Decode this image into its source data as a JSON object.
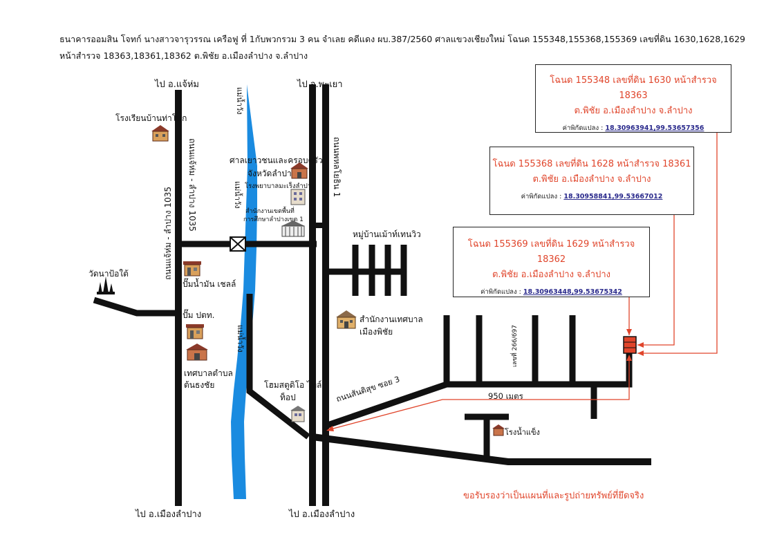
{
  "header": {
    "text": "ธนาคารออมสิน โจทก์ นางสาวจารุวรรณ เครือฟู ที่ 1กับพวกรวม 3 คน จำเลย คดีแดง ผบ.387/2560 ศาลแขวงเชียงใหม่ โฉนด 155348,155368,155369 เลขที่ดิน 1630,1628,1629 หน้าสำรวจ 18363,18361,18362 ต.พิชัย อ.เมืองลำปาง จ.ลำปาง"
  },
  "directions": {
    "to_chae_hom": "ไป อ.แจ้ห่ม",
    "to_phayao": "ไป จ.พะเยา",
    "to_mueang_lampang_left": "ไป อ.เมืองลำปาง",
    "to_mueang_lampang_right": "ไป อ.เมืองลำปาง"
  },
  "roads": {
    "chaehom_lampang_1035_a": "ถนนแจ้ห่ม - ลำปาง 1035",
    "chaehom_lampang_1035_b": "ถนนแจ้ห่ม - ลำปาง 1035",
    "phahonyothin_1": "ถนนพหลโยธิน 1",
    "santisuk_soi_3": "ถนนสันติสุข ซอย 3",
    "distance": "950 เมตร",
    "house_no": "เลขที่ 266/697"
  },
  "rivers": {
    "upper": "แม่น้ำวัง",
    "middle": "แม่น้ำวัง",
    "lower": "แม่น้ำวัง"
  },
  "landmarks": {
    "school": "โรงเรียนบ้านท่าโทก",
    "court_line1": "ศาลเยาวชนและครอบครัว",
    "court_line2": "จังหวัดลำปาง",
    "hospital": "โรงพยาบาลมะเร็งลำปาง",
    "edu_office_line1": "สำนักงานเขตพื้นที่",
    "edu_office_line2": "การศึกษาลำปางเขต 1",
    "village": "หมู่บ้านเม้าท์เทนวิว",
    "temple": "วัดนาป้อใต้",
    "shell": "ปั๊มน้ำมัน เชลล์",
    "ptt": "ปั๊ม ปตท.",
    "tambon_office_line1": "เทศบาลตำบล",
    "tambon_office_line2": "ต้นธงชัย",
    "municipal_office_line1": "สำนักงานเทศบาล",
    "municipal_office_line2": "เมืองพิชัย",
    "homepro_line1": "โฮมสตูดิโอ ไทล์",
    "homepro_line2": "ท็อป",
    "ice_factory": "โรงน้ำแข็ง"
  },
  "parcels": [
    {
      "line1": "โฉนด 155348 เลขที่ดิน 1630 หน้าสำรวจ 18363",
      "line2": "ต.พิชัย อ.เมืองลำปาง จ.ลำปาง",
      "coord_label": "ค่าพิกัดแปลง :",
      "coord_value": "18.30963941,99.53657356"
    },
    {
      "line1": "โฉนด 155368 เลขที่ดิน 1628 หน้าสำรวจ 18361",
      "line2": "ต.พิชัย อ.เมืองลำปาง จ.ลำปาง",
      "coord_label": "ค่าพิกัดแปลง :",
      "coord_value": "18.30958841,99.53667012"
    },
    {
      "line1": "โฉนด 155369 เลขที่ดิน 1629 หน้าสำรวจ 18362",
      "line2": "ต.พิชัย อ.เมืองลำปาง จ.ลำปาง",
      "coord_label": "ค่าพิกัดแปลง :",
      "coord_value": "18.30963448,99.53675342"
    }
  ],
  "certification": "ขอรับรองว่าเป็นแผนที่และรูปถ่ายทรัพย์ที่ยึดจริง",
  "colors": {
    "road": "#111111",
    "river": "#1a8be0",
    "accent": "#e0452b",
    "link": "#2a2a8c"
  }
}
